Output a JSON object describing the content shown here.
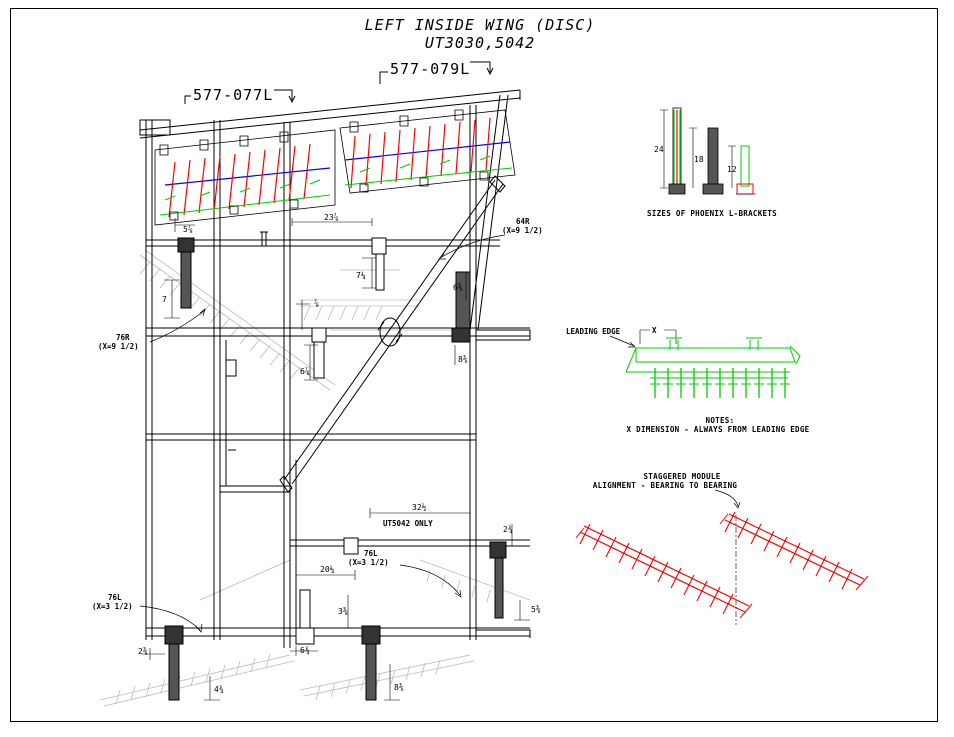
{
  "title": {
    "line1": "LEFT INSIDE WING (DISC)",
    "line2": "UT3030,5042"
  },
  "part_numbers": {
    "left_module": "577-077L",
    "right_module": "577-079L"
  },
  "main_labels": {
    "label_76r": "76R",
    "label_76r_x": "(X=9 1/2)",
    "label_64r": "64R",
    "label_64r_x": "(X=9 1/2)",
    "label_76l_left": "76L",
    "label_76l_left_x": "(X=3 1/2)",
    "label_76l_mid": "76L",
    "label_76l_mid_x": "(X=3 1/2)",
    "ut5042_only": "UT5042 ONLY"
  },
  "dimensions": {
    "d_5_7_8": "5⅞",
    "d_23_7_8": "23⅞",
    "d_7_1_4": "7¼",
    "d_6_3_8_top": "6⅜",
    "d_7": "7",
    "d_7_8": "⅞",
    "d_6_7_8": "6⅞",
    "d_8_3_8": "8⅜",
    "d_32_1_2": "32½",
    "d_2_3_4": "2¾",
    "d_20_1_4": "20¼",
    "d_3_3_8": "3⅜",
    "d_2_3_8": "2⅜",
    "d_5_3_8": "5⅜",
    "d_4_3_4": "4¾",
    "d_6_3_4": "6¾",
    "d_8_3_8_right": "8⅜"
  },
  "brackets": {
    "caption": "SIZES OF PHOENIX L-BRACKETS",
    "size_1": "24",
    "size_2": "18",
    "size_3": "12"
  },
  "leading_edge": {
    "label": "LEADING EDGE",
    "x_label": "X",
    "notes_title": "NOTES:",
    "notes_text": "X DIMENSION - ALWAYS FROM LEADING EDGE"
  },
  "staggered": {
    "line1": "STAGGERED MODULE",
    "line2": "ALIGNMENT - BEARING TO BEARING"
  },
  "colors": {
    "frame": "#000000",
    "tines": "#bbbbbb",
    "module_red": "#ff0000",
    "module_green": "#00cc00",
    "shaft_blue": "#0000ff"
  }
}
